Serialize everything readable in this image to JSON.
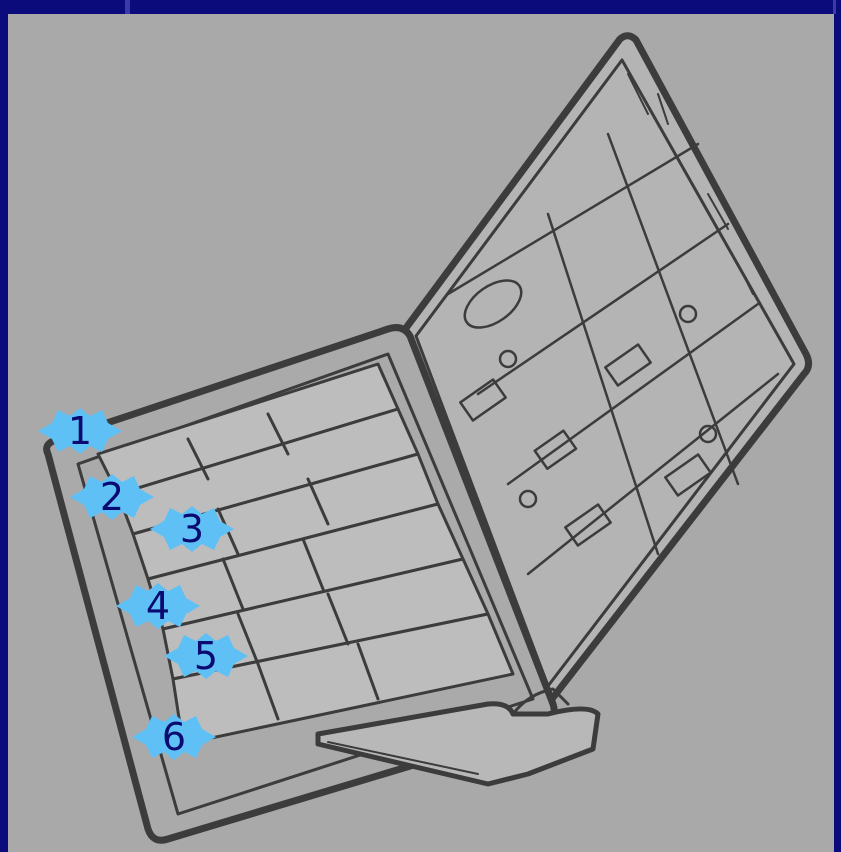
{
  "colors": {
    "frame": "#0b0b7c",
    "background": "#a9a9a9",
    "badge_fill": "#5fc0f5",
    "badge_text": "#0a0a70"
  },
  "labels": {
    "n1": "1",
    "n2": "2",
    "n3": "3",
    "n4": "4",
    "n5": "5",
    "n6": "6"
  }
}
